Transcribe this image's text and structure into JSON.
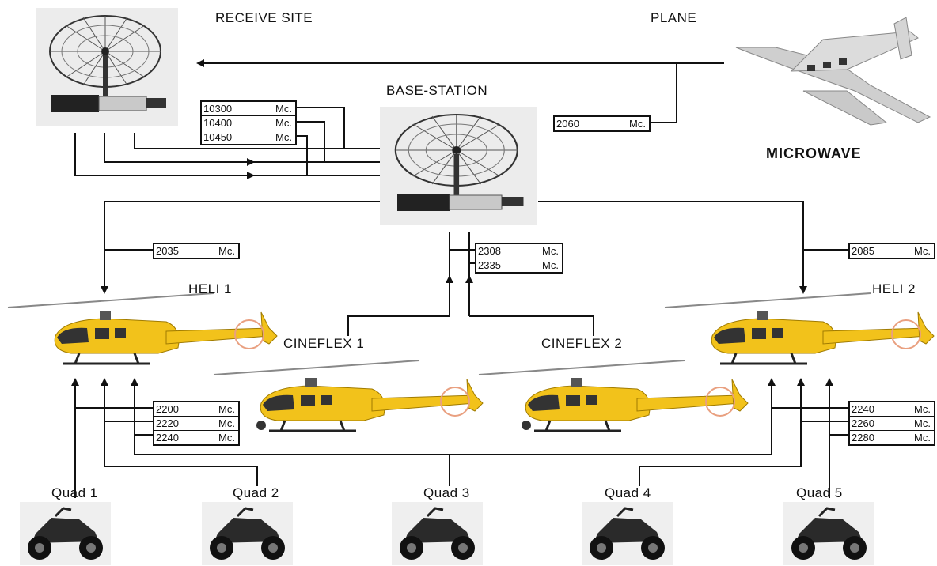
{
  "labels": {
    "receive_site": "RECEIVE SITE",
    "plane": "PLANE",
    "base_station": "BASE-STATION",
    "microwave": "MICROWAVE",
    "heli1": "HELI 1",
    "heli2": "HELI 2",
    "cineflex1": "CINEFLEX 1",
    "cineflex2": "CINEFLEX 2",
    "quad1": "Quad 1",
    "quad2": "Quad 2",
    "quad3": "Quad 3",
    "quad4": "Quad 4",
    "quad5": "Quad 5"
  },
  "freq_boxes": {
    "receive": [
      {
        "num": "10300",
        "unit": "Mc."
      },
      {
        "num": "10400",
        "unit": "Mc."
      },
      {
        "num": "10450",
        "unit": "Mc."
      }
    ],
    "plane": [
      {
        "num": "2060",
        "unit": "Mc."
      }
    ],
    "heli1_up": [
      {
        "num": "2035",
        "unit": "Mc."
      }
    ],
    "cineflex": [
      {
        "num": "2308",
        "unit": "Mc."
      },
      {
        "num": "2335",
        "unit": "Mc."
      }
    ],
    "heli2_up": [
      {
        "num": "2085",
        "unit": "Mc."
      }
    ],
    "heli1_quads": [
      {
        "num": "2200",
        "unit": "Mc."
      },
      {
        "num": "2220",
        "unit": "Mc."
      },
      {
        "num": "2240",
        "unit": "Mc."
      }
    ],
    "heli2_quads": [
      {
        "num": "2240",
        "unit": "Mc."
      },
      {
        "num": "2260",
        "unit": "Mc."
      },
      {
        "num": "2280",
        "unit": "Mc."
      }
    ]
  },
  "colors": {
    "helicopter_body": "#f2c21b",
    "line": "#111111",
    "dish_bg": "#e9e9e9",
    "plane_body": "#d0d0d0"
  }
}
